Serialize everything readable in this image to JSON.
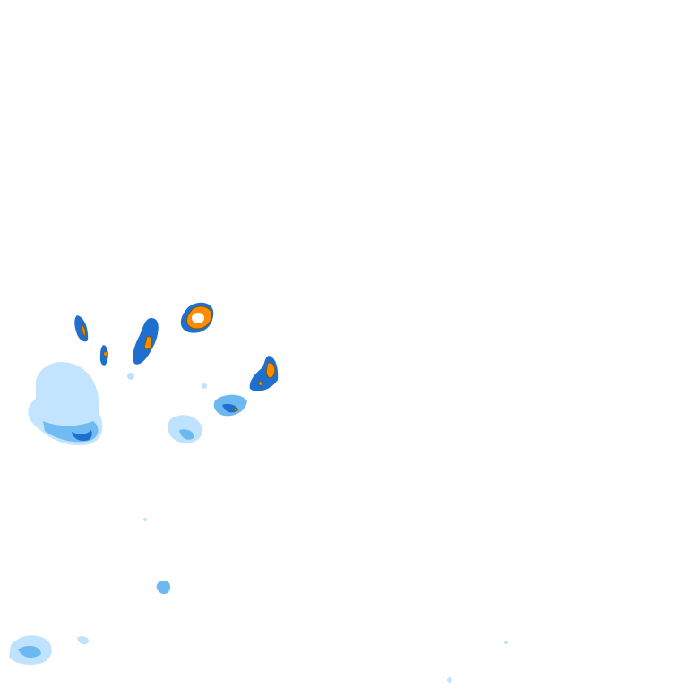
{
  "map": {
    "background_color": "#ffffff",
    "legend": {
      "light": "#bfe3ff",
      "medium": "#6cb8f0",
      "heavy": "#1f6fd1",
      "intense": "#ff8c00",
      "outline": "#7a5a00"
    },
    "cells": [
      {
        "name": "cell-west-large",
        "intensity": "light"
      },
      {
        "name": "cell-west-large-band",
        "intensity": "heavy"
      },
      {
        "name": "cell-north-spike",
        "intensity": "heavy"
      },
      {
        "name": "cell-north-spike-core",
        "intensity": "intense"
      },
      {
        "name": "cell-north-small",
        "intensity": "heavy"
      },
      {
        "name": "cell-north-small-core",
        "intensity": "intense"
      },
      {
        "name": "cell-center-arc",
        "intensity": "heavy"
      },
      {
        "name": "cell-center-arc-core",
        "intensity": "intense"
      },
      {
        "name": "cell-northeast-ring",
        "intensity": "heavy"
      },
      {
        "name": "cell-northeast-ring-core",
        "intensity": "intense"
      },
      {
        "name": "cell-east-line",
        "intensity": "heavy"
      },
      {
        "name": "cell-east-line-core",
        "intensity": "intense"
      },
      {
        "name": "cell-east-tail",
        "intensity": "medium"
      },
      {
        "name": "cell-center-blob",
        "intensity": "light"
      },
      {
        "name": "cell-south-small",
        "intensity": "medium"
      },
      {
        "name": "cell-southwest-corner",
        "intensity": "light"
      },
      {
        "name": "cell-southwest-dot",
        "intensity": "medium"
      },
      {
        "name": "cell-south-east-fleck",
        "intensity": "light"
      }
    ]
  }
}
